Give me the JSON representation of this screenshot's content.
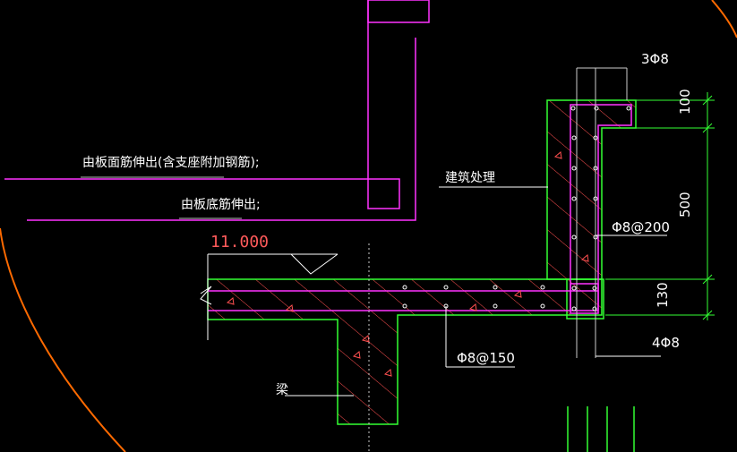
{
  "labels": {
    "top_bar_note": "由板面筋伸出(含支座附加钢筋);",
    "bottom_bar_note": "由板底筋伸出;",
    "arch_note": "建筑处理",
    "elevation": "11.000",
    "beam": "梁",
    "rebar_top": "3Φ8",
    "rebar_wall": "Φ8@200",
    "rebar_slab": "Φ8@150",
    "rebar_bottom": "4Φ8",
    "dim_100": "100",
    "dim_500": "500",
    "dim_130": "130"
  },
  "colors": {
    "background": "#000000",
    "concrete_outline": "#33ff33",
    "rebar": "#ff33ff",
    "hatch": "#ff5050",
    "leader": "#ffffff",
    "elevation": "#ff5a5a",
    "boundary": "#ff6a00",
    "dim_line": "#33ff33"
  }
}
